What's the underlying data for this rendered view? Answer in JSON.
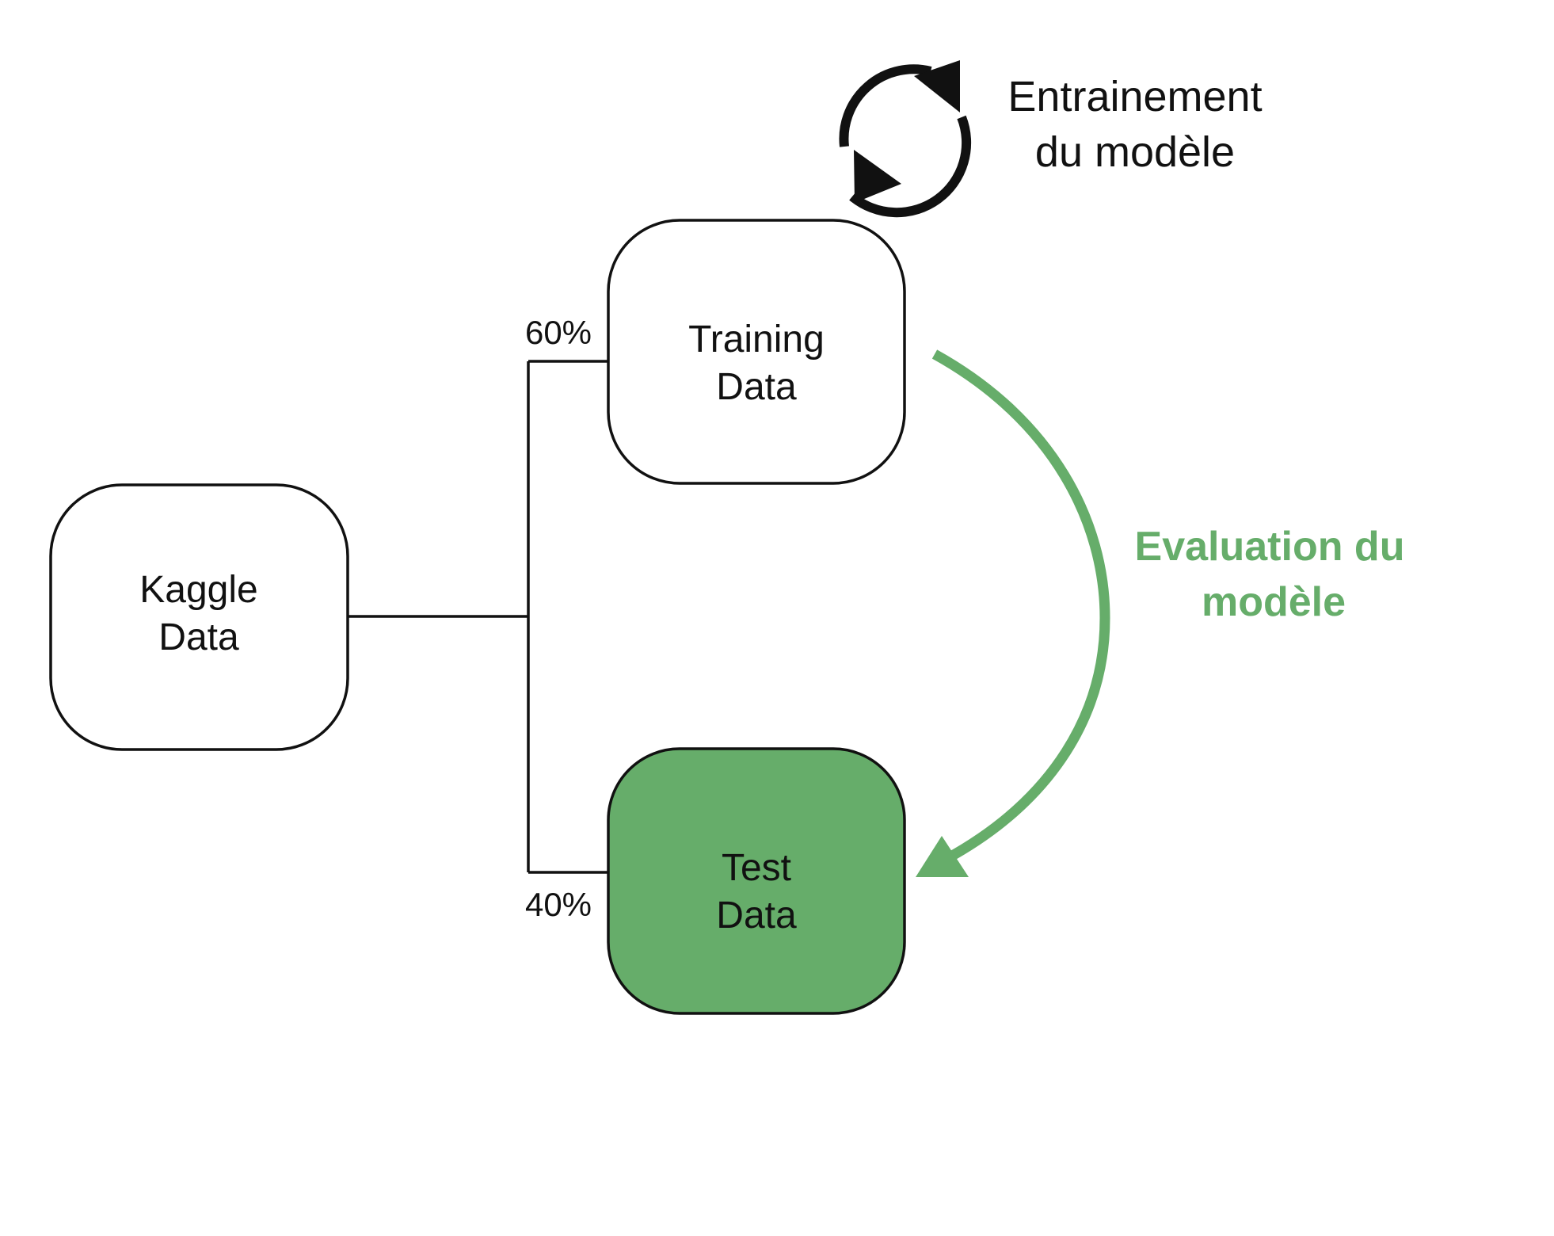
{
  "colors": {
    "accent_green": "#66ad6a",
    "stroke": "#111111",
    "background": "#ffffff"
  },
  "nodes": {
    "kaggle": {
      "line1": "Kaggle",
      "line2": "Data"
    },
    "training": {
      "line1": "Training",
      "line2": "Data"
    },
    "test": {
      "line1": "Test",
      "line2": "Data"
    }
  },
  "split": {
    "training_pct": "60%",
    "test_pct": "40%"
  },
  "training_cycle": {
    "icon": "refresh-cycle-icon",
    "line1": "Entrainement",
    "line2": "du modèle"
  },
  "evaluation": {
    "icon": "curved-arrow-icon",
    "line1": "Evaluation du",
    "line2": "modèle"
  }
}
